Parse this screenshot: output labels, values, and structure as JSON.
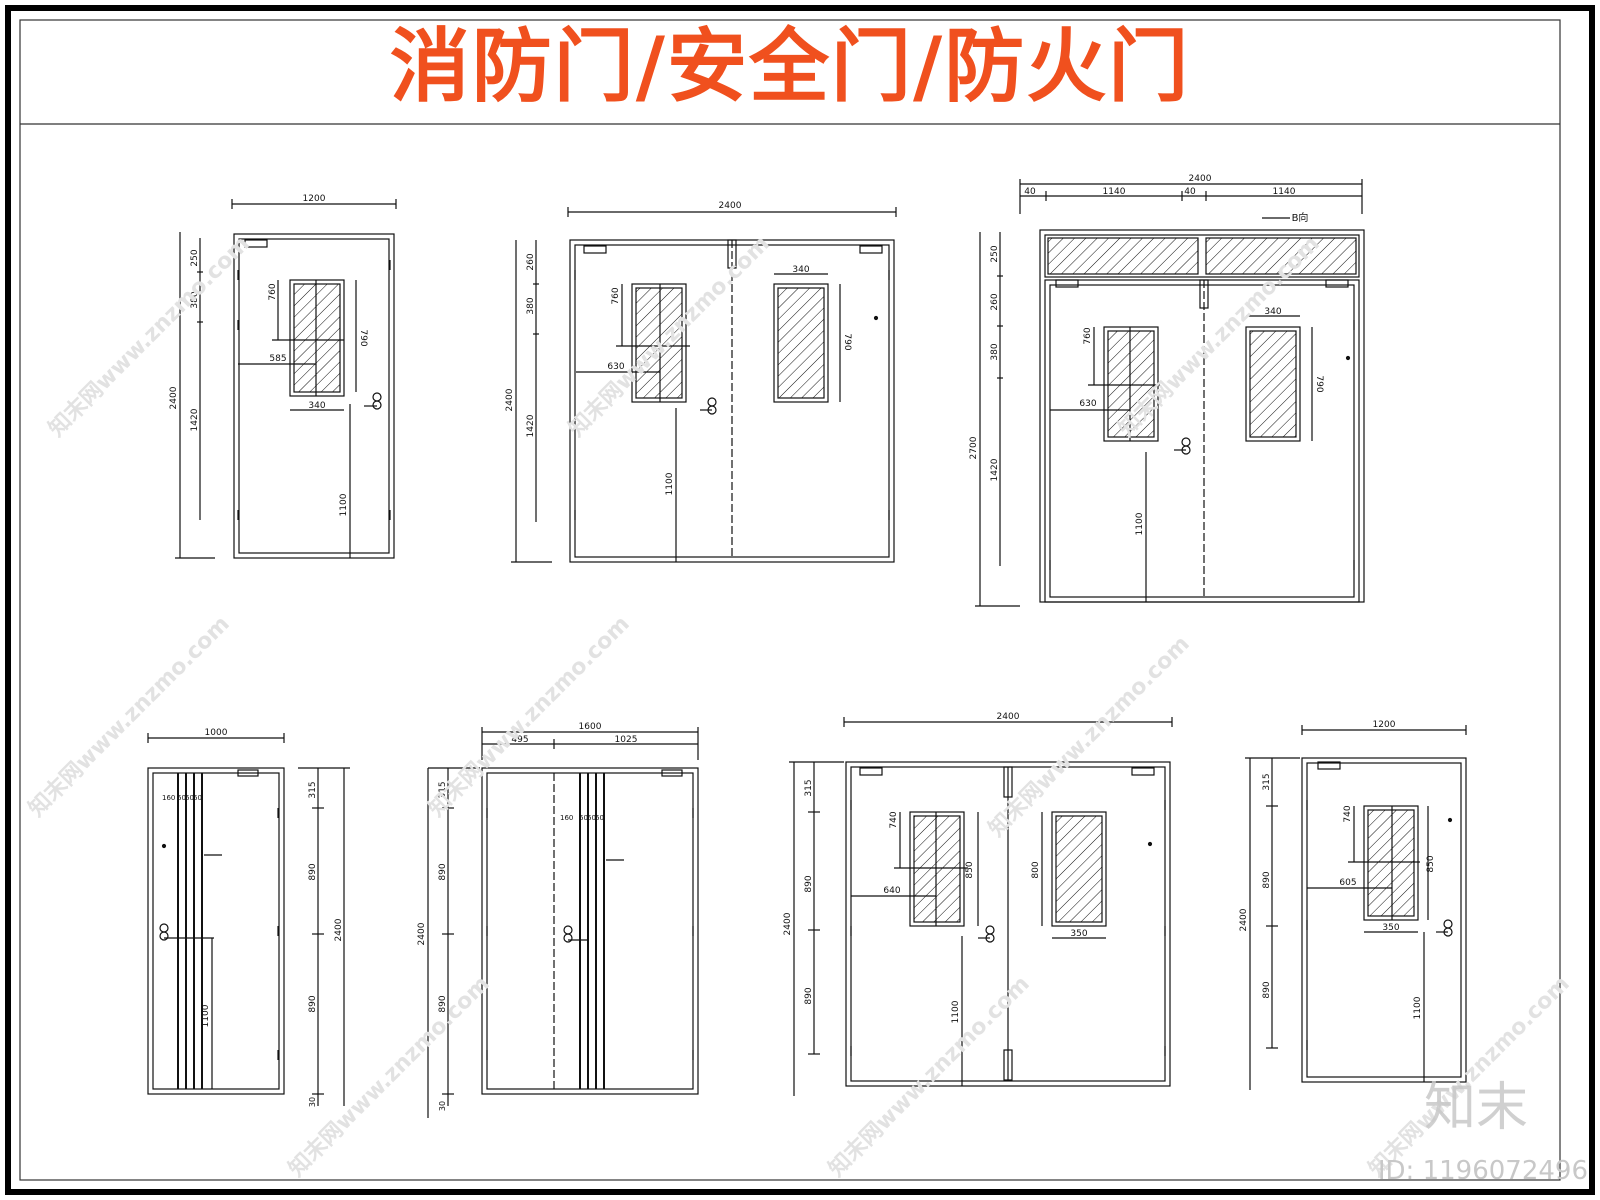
{
  "title": "消防门/安全门/防火门",
  "watermark": {
    "site": "知末网www.znzmo.com",
    "brand": "知末",
    "id": "ID: 1196072496"
  },
  "colors": {
    "title": "#f0501e",
    "line": "#111111",
    "watermark": "#cccccc"
  },
  "drawings": {
    "door1": {
      "width": "1200",
      "height": "2400",
      "dims": [
        "250",
        "380",
        "1420",
        "760",
        "790",
        "585",
        "340",
        "1100"
      ]
    },
    "door2": {
      "width": "2400",
      "height": "2400",
      "dims": [
        "260",
        "380",
        "1420",
        "760",
        "630",
        "340",
        "790",
        "1100"
      ]
    },
    "door3": {
      "width": "2400",
      "seg1": "40",
      "seg2": "1140",
      "seg3": "40",
      "seg4": "1140",
      "height": "2700",
      "section": "B向",
      "dims": [
        "250",
        "260",
        "380",
        "1420",
        "760",
        "630",
        "340",
        "790",
        "1100"
      ]
    },
    "door4": {
      "width": "1000",
      "height": "2400",
      "dims": [
        "315",
        "890",
        "890",
        "30",
        "160",
        "60",
        "60",
        "60",
        "1100"
      ]
    },
    "door5": {
      "width": "1600",
      "seg1": "495",
      "seg2": "1025",
      "height": "2400",
      "dims": [
        "315",
        "890",
        "890",
        "30",
        "160",
        "60",
        "60",
        "60"
      ]
    },
    "door6": {
      "width": "2400",
      "height": "2400",
      "dims": [
        "315",
        "890",
        "890",
        "740",
        "640",
        "850",
        "800",
        "350",
        "1100"
      ]
    },
    "door7": {
      "width": "1200",
      "height": "2400",
      "dims": [
        "315",
        "890",
        "890",
        "740",
        "605",
        "850",
        "350",
        "1100"
      ]
    }
  }
}
